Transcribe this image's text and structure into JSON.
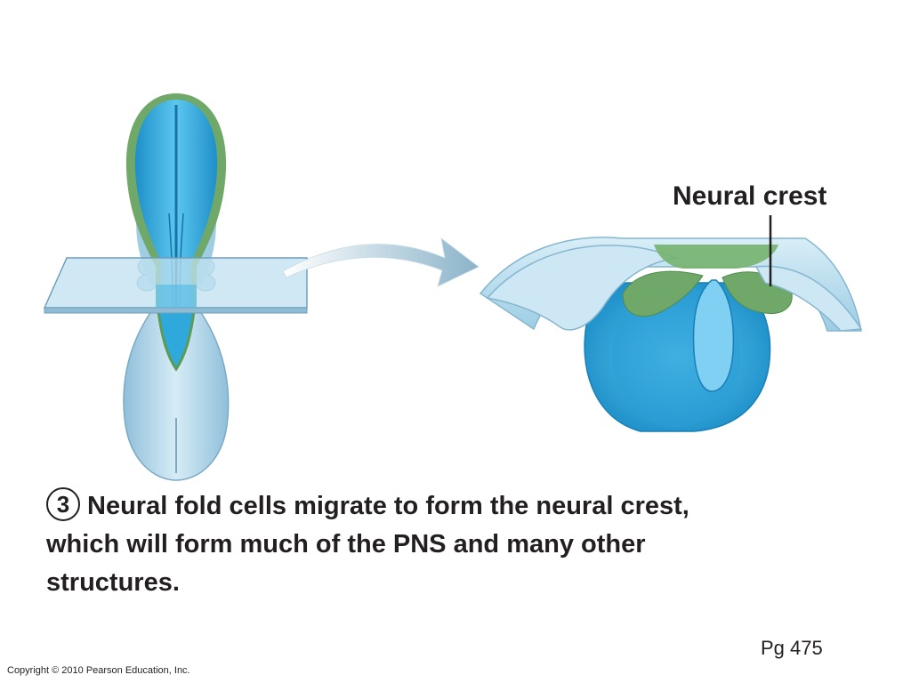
{
  "labels": {
    "neural_crest": "Neural crest"
  },
  "caption": {
    "step_number": "3",
    "text_line1": "Neural fold cells migrate to form the neural crest,",
    "text_line2": "which will form much of the PNS and many other",
    "text_line3": "structures."
  },
  "footer": {
    "page_ref": "Pg 475",
    "copyright": "Copyright © 2010 Pearson Education, Inc."
  },
  "colors": {
    "tissue_blue": "#2fa9dc",
    "light_blue": "#bfe3f2",
    "neural_fold_green": "#6fa869",
    "arrow": "#9ec3d6"
  }
}
